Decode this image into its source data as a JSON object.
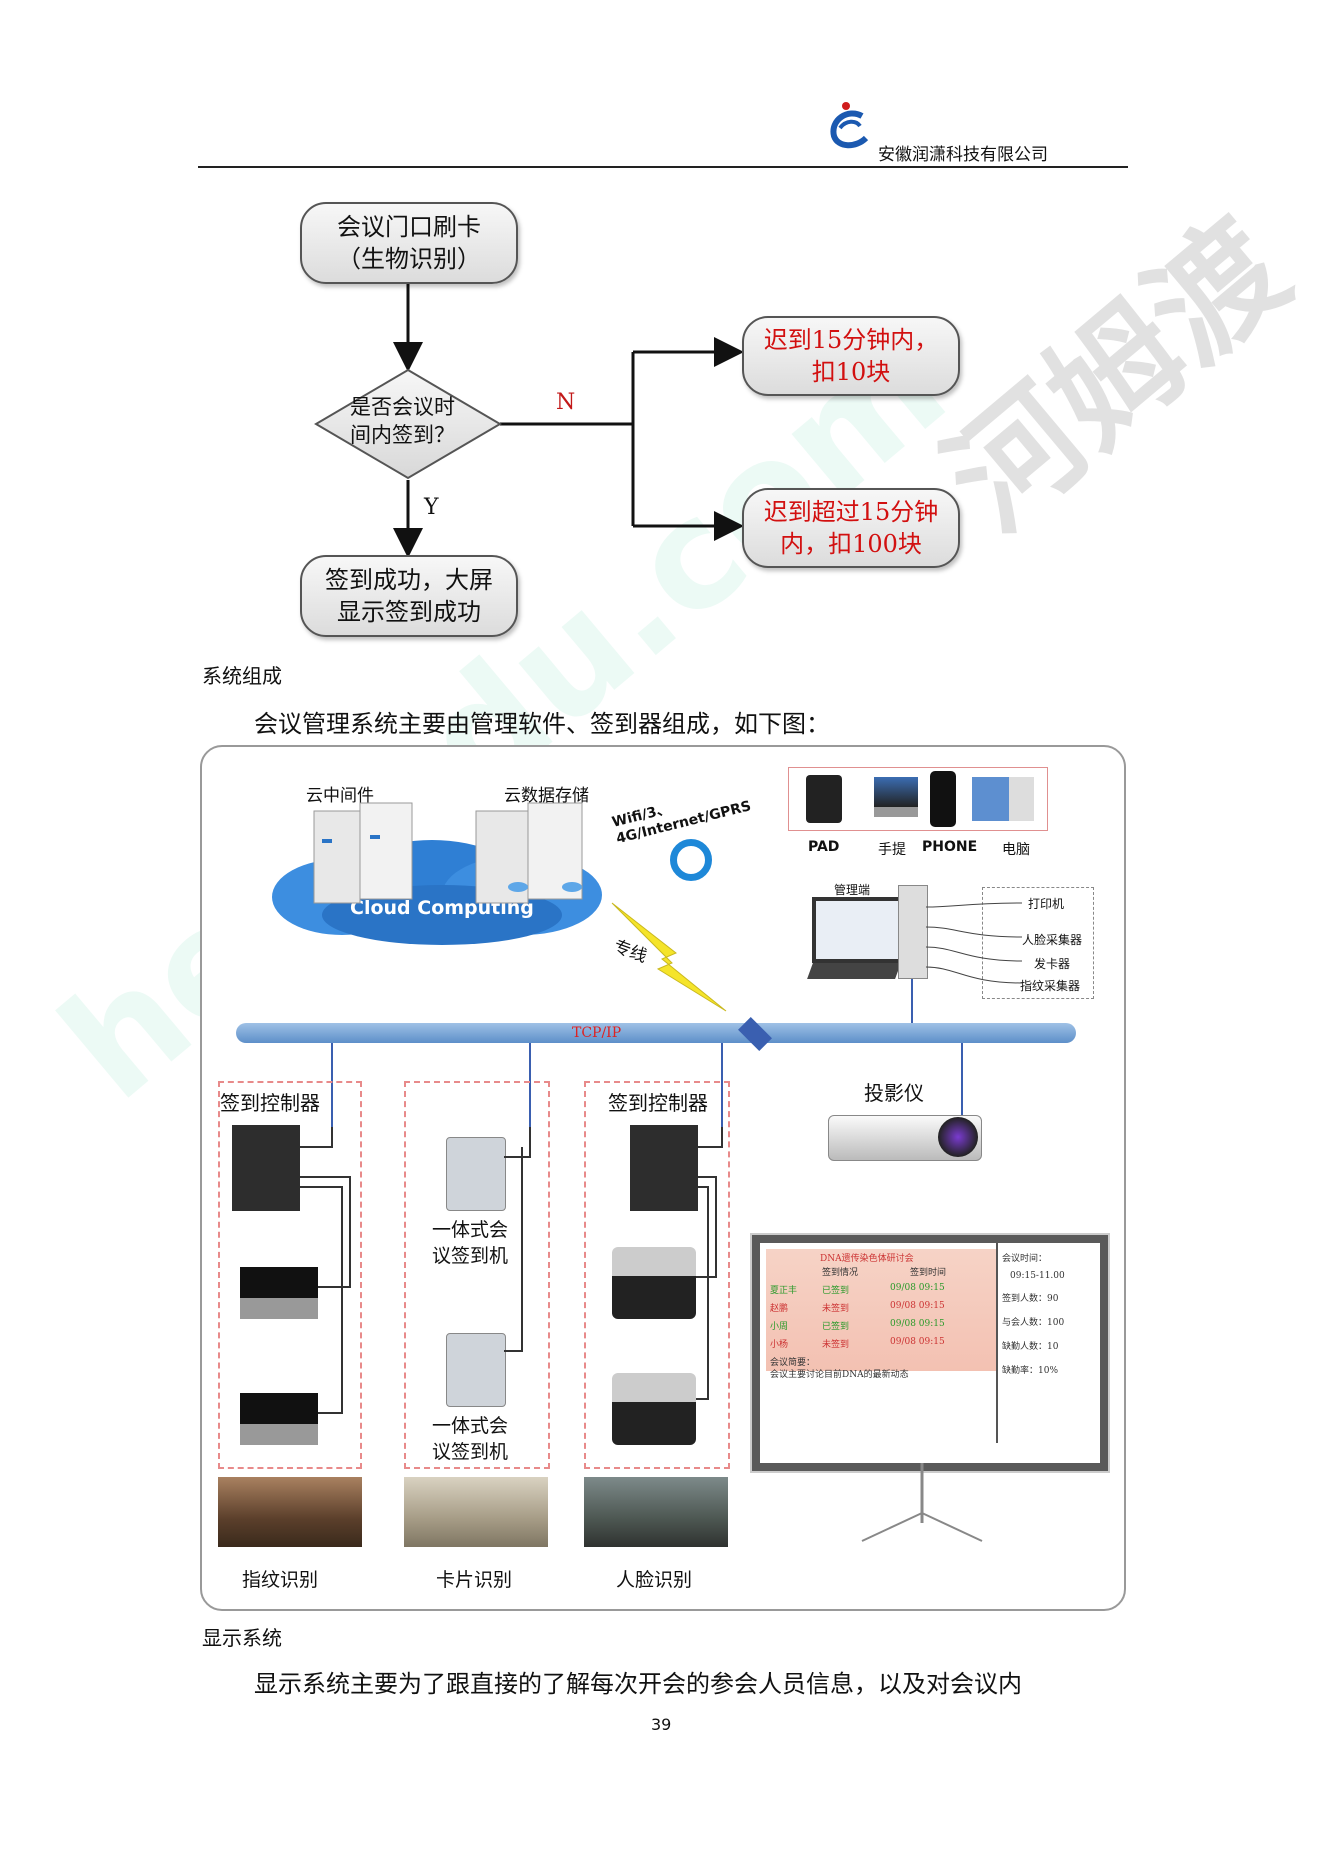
{
  "header": {
    "company": "安徽润潇科技有限公司"
  },
  "watermark": {
    "text1": "河姆渡",
    "text2": "hemudu.com"
  },
  "flowchart": {
    "start": "会议门口刷卡\n（生物识别）",
    "decision": "是否会议时\n间内签到？",
    "yes_label": "Y",
    "no_label": "N",
    "late15": "迟到15分钟内，\n扣10块",
    "late_over15": "迟到超过15分钟\n内，扣100块",
    "success": "签到成功，大屏\n显示签到成功"
  },
  "section1": {
    "title": "系统组成",
    "body": "会议管理系统主要由管理软件、签到器组成，如下图："
  },
  "diagram": {
    "cloud_middleware": "云中间件",
    "cloud_storage": "云数据存储",
    "cloud_computing": "Cloud Computing",
    "wifi": "Wifi/3、\n4G/Internet/GPRS",
    "devices": [
      "PAD",
      "手提",
      "PHONE",
      "电脑"
    ],
    "admin": "管理端",
    "peripherals": [
      "打印机",
      "人脸采集器",
      "发卡器",
      "指纹采集器"
    ],
    "dedicated_line": "专线",
    "network": "TCP/IP",
    "groups": [
      "签到控制器",
      "一体式会\n议签到机",
      "一体式会\n议签到机",
      "签到控制器"
    ],
    "projector": "投影仪",
    "screen": {
      "title": "DNA遗传染色体研讨会",
      "col_status": "签到情况",
      "col_time": "签到时间",
      "rows": [
        {
          "name": "夏正丰",
          "status": "已签到",
          "time": "09/08 09:15"
        },
        {
          "name": "赵鹏",
          "status": "未签到",
          "time": "09/08 09:15"
        },
        {
          "name": "小周",
          "status": "已签到",
          "time": "09/08 09:15"
        },
        {
          "name": "小杨",
          "status": "未签到",
          "time": "09/08 09:15"
        }
      ],
      "summary_label": "会议简要：",
      "summary": "会议主要讨论目前DNA的最新动态",
      "meeting_time_label": "会议时间：",
      "meeting_time": "09:15-11.00",
      "checked_in": "签到人数：90",
      "attendees": "与会人数：100",
      "absent": "缺勤人数：10",
      "absence_rate": "缺勤率：10%"
    },
    "captions": [
      "指纹识别",
      "卡片识别",
      "人脸识别"
    ]
  },
  "section2": {
    "title": "显示系统",
    "body": "显示系统主要为了跟直接的了解每次开会的参会人员信息，以及对会议内"
  },
  "page_number": "39"
}
